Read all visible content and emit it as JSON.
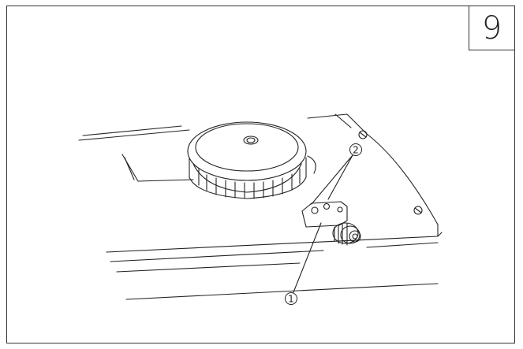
{
  "step": {
    "number": "9"
  },
  "callouts": [
    {
      "id": "1",
      "label": "1"
    },
    {
      "id": "2",
      "label": "2"
    }
  ],
  "colors": {
    "ink": "#222222",
    "paper": "#ffffff"
  }
}
